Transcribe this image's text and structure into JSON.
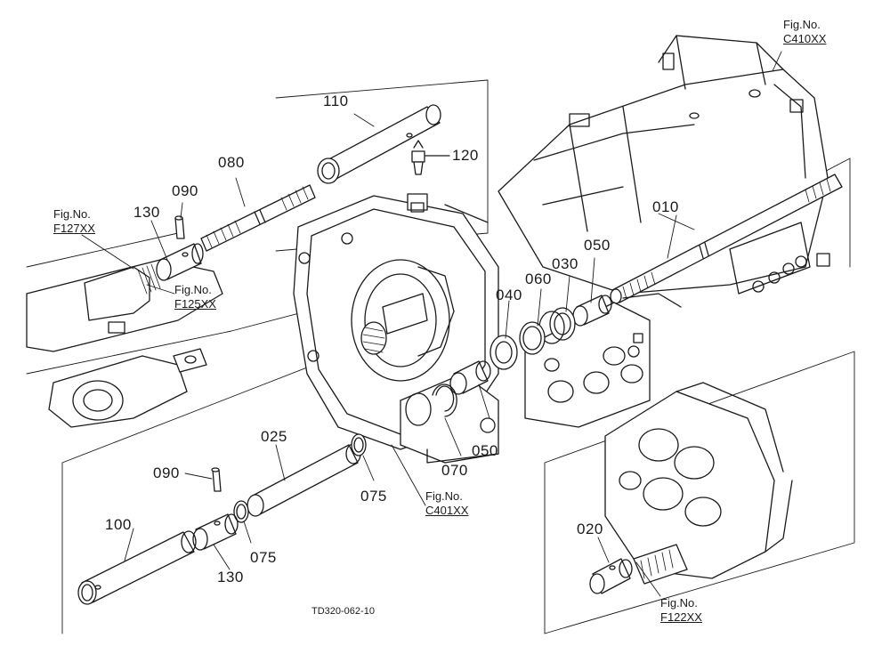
{
  "diagram": {
    "drawing_id": "TD320-062-10",
    "part_labels": {
      "p110": "110",
      "p120": "120",
      "p080": "080",
      "p090_top": "090",
      "p130_top": "130",
      "p010": "010",
      "p050_top": "050",
      "p030": "030",
      "p060": "060",
      "p040": "040",
      "p050_bottom": "050",
      "p070": "070",
      "p025": "025",
      "p075_right": "075",
      "p090_bottom": "090",
      "p100": "100",
      "p075_left": "075",
      "p130_bottom": "130",
      "p020": "020"
    },
    "figure_refs": {
      "c410": {
        "prefix": "Fig.No.",
        "code": "C410XX"
      },
      "f127": {
        "prefix": "Fig.No.",
        "code": "F127XX"
      },
      "f125": {
        "prefix": "Fig.No.",
        "code": "F125XX"
      },
      "c401": {
        "prefix": "Fig.No.",
        "code": "C401XX"
      },
      "f122": {
        "prefix": "Fig.No.",
        "code": "F122XX"
      }
    },
    "colors": {
      "ink": "#1a1a1a",
      "paper": "#ffffff"
    }
  }
}
